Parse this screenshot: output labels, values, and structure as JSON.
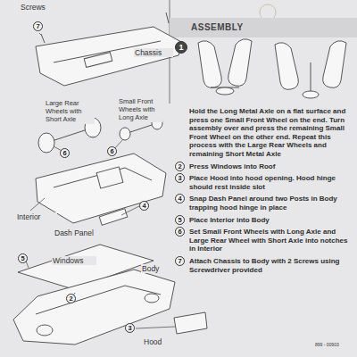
{
  "diagram": {
    "title": "ASSEMBLY",
    "nodes": [
      {
        "text": [
          "7"
        ]
      },
      {
        "text": [
          "6"
        ]
      },
      {
        "text": [
          "6"
        ]
      },
      {
        "text": [
          "4"
        ]
      },
      {
        "text": [
          "5"
        ]
      },
      {
        "text": [
          "2"
        ]
      },
      {
        "text": [
          "3"
        ]
      },
      {
        "text": [
          "1"
        ]
      },
      {
        "text": [
          "2"
        ]
      },
      {
        "text": [
          "3"
        ]
      },
      {
        "text": [
          "4"
        ]
      },
      {
        "text": [
          "5"
        ]
      },
      {
        "text": [
          "6"
        ]
      },
      {
        "text": [
          "7"
        ]
      }
    ],
    "labels": [
      "Screws",
      "Chassis",
      "Large Rear Wheels with Short Axle",
      "Small Front Wheels with Long Axle",
      "Interior",
      "Dash Panel",
      "Windows",
      "Body",
      "Hood",
      "Hold the Long Metal Axle on a flat surface and press one Small Front Wheel on the end. Turn assembly over and press the remaining Small Front Wheel on the other end. Repeat this process with the Large Rear Wheels and remaining Short Metal Axle",
      "Press Windows into Roof",
      "Place Hood into hood opening. Hood hinge should rest inside slot",
      "Snap Dash Panel around two Posts in Body trapping hood hinge in place",
      "Place Interior into Body",
      "Set Small Front Wheels with Long Axle and Large Rear Wheel with Short Axle into notches in Interior",
      "Attach Chassis to Body with 2 Screws using Screwdriver provided",
      "899 - 00903"
    ]
  }
}
